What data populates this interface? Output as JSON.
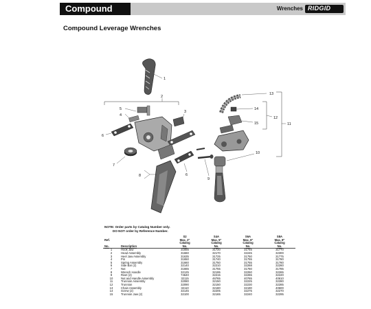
{
  "header": {
    "section": "Compound",
    "category": "Wrenches",
    "brand": "RIDGID",
    "colors": {
      "header_dark": "#111111",
      "header_band": "#c9c9c9"
    }
  },
  "page_title": "Compound Leverage Wrenches",
  "diagram": {
    "callouts": [
      "1",
      "2",
      "3",
      "4",
      "5",
      "6",
      "7",
      "8",
      "9",
      "10",
      "11",
      "12",
      "13",
      "14",
      "15"
    ]
  },
  "notes": [
    "NOTE: Order parts by Catalog Number only.",
    "DO NOT order by Reference Number."
  ],
  "table": {
    "ref_header": [
      "Ref.",
      "No."
    ],
    "desc_header": "Description",
    "models": [
      {
        "name": "S2",
        "capacity": "Max. 2\""
      },
      {
        "name": "S4A",
        "capacity": "Max. 5\""
      },
      {
        "name": "S6A",
        "capacity": "Max. 6\""
      },
      {
        "name": "S8A",
        "capacity": "Max. 8\""
      }
    ],
    "catalog_label": [
      "Catalog",
      "No."
    ],
    "rows": [
      {
        "ref": "1",
        "desc": "Hook Jaw",
        "cat": [
          "31655",
          "31720",
          "31745",
          "31770"
        ]
      },
      {
        "ref": "2",
        "desc": "Head Assembly",
        "cat": [
          "31660",
          "32170",
          "32245",
          "32300"
        ]
      },
      {
        "ref": "3",
        "desc": "Heel Jaw Assembly",
        "cat": [
          "31635",
          "31725",
          "31750",
          "31775"
        ]
      },
      {
        "ref": "4",
        "desc": "Pin",
        "cat": [
          "31650",
          "31740",
          "31755",
          "31780"
        ]
      },
      {
        "ref": "5",
        "desc": "Spring Assembly",
        "cat": [
          "31660",
          "31750",
          "31755",
          "31780"
        ]
      },
      {
        "ref": "6",
        "desc": "Side Bar (2)",
        "cat": [
          "32140",
          "32210",
          "32268",
          "32260"
        ]
      },
      {
        "ref": "7",
        "desc": "Nut",
        "cat": [
          "31665",
          "31755",
          "31760",
          "31785"
        ]
      },
      {
        "ref": "8",
        "desc": "Wrench Handle",
        "cat": [
          "32125",
          "32195",
          "32250",
          "32265"
        ]
      },
      {
        "ref": "9",
        "desc": "Rivet (2)",
        "cat": [
          "74640",
          "32215",
          "32265",
          "32220"
        ]
      },
      {
        "ref": "10",
        "desc": "Nut and Handle Assembly",
        "cat": [
          "32115",
          "46765",
          "40765",
          "40610"
        ]
      },
      {
        "ref": "11",
        "desc": "Trunnion Assembly",
        "cat": [
          "32080",
          "32150",
          "32225",
          "32280"
        ]
      },
      {
        "ref": "12",
        "desc": "Trunnion",
        "cat": [
          "32090",
          "32150",
          "32230",
          "32285"
        ]
      },
      {
        "ref": "13",
        "desc": "Chain Assembly",
        "cat": [
          "32110",
          "32180",
          "32190",
          "40600"
        ]
      },
      {
        "ref": "14",
        "desc": "Screw (2)",
        "cat": [
          "32145",
          "32205",
          "32275",
          "32270"
        ]
      },
      {
        "ref": "15",
        "desc": "Trunnion Jaw (2)",
        "cat": [
          "32100",
          "32165",
          "32240",
          "32295"
        ]
      }
    ]
  }
}
